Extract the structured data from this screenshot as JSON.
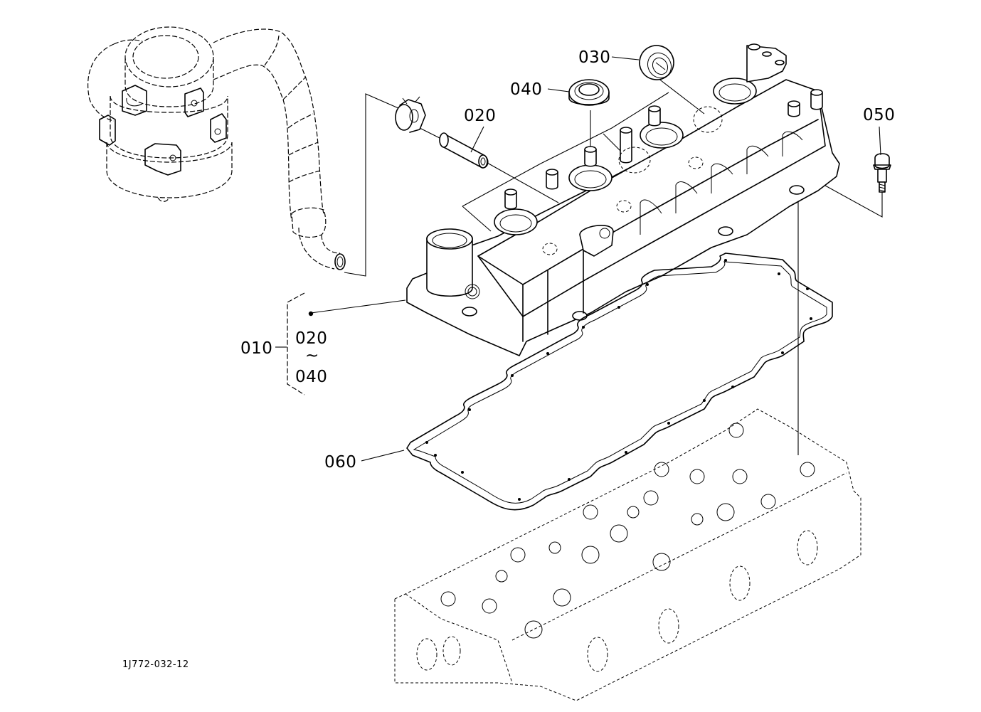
{
  "diagram": {
    "type": "exploded-parts-view",
    "subject": "Engine cylinder head cover assembly",
    "reference_code": "1J772-032-12",
    "line_color": "#000000",
    "background_color": "#ffffff"
  },
  "callouts": [
    {
      "id": "010",
      "label": "010",
      "part": "head-cover-assembly"
    },
    {
      "id": "020",
      "label": "020",
      "part": "pipe"
    },
    {
      "id": "030",
      "label": "030",
      "part": "oil-seal-cap"
    },
    {
      "id": "040",
      "label": "040",
      "part": "oil-seal"
    },
    {
      "id": "050",
      "label": "050",
      "part": "bolt"
    },
    {
      "id": "060",
      "label": "060",
      "part": "head-cover-gasket"
    }
  ],
  "range_bracket": {
    "owner": "010",
    "from": "020",
    "range_symbol": "~",
    "to": "040"
  },
  "context_parts": [
    {
      "name": "breather-separator",
      "shown": "dashed-outline"
    },
    {
      "name": "breather-hose",
      "shown": "dashed-outline"
    },
    {
      "name": "hose-clamp",
      "shown": "solid"
    },
    {
      "name": "cylinder-head",
      "shown": "dashed-outline"
    }
  ]
}
